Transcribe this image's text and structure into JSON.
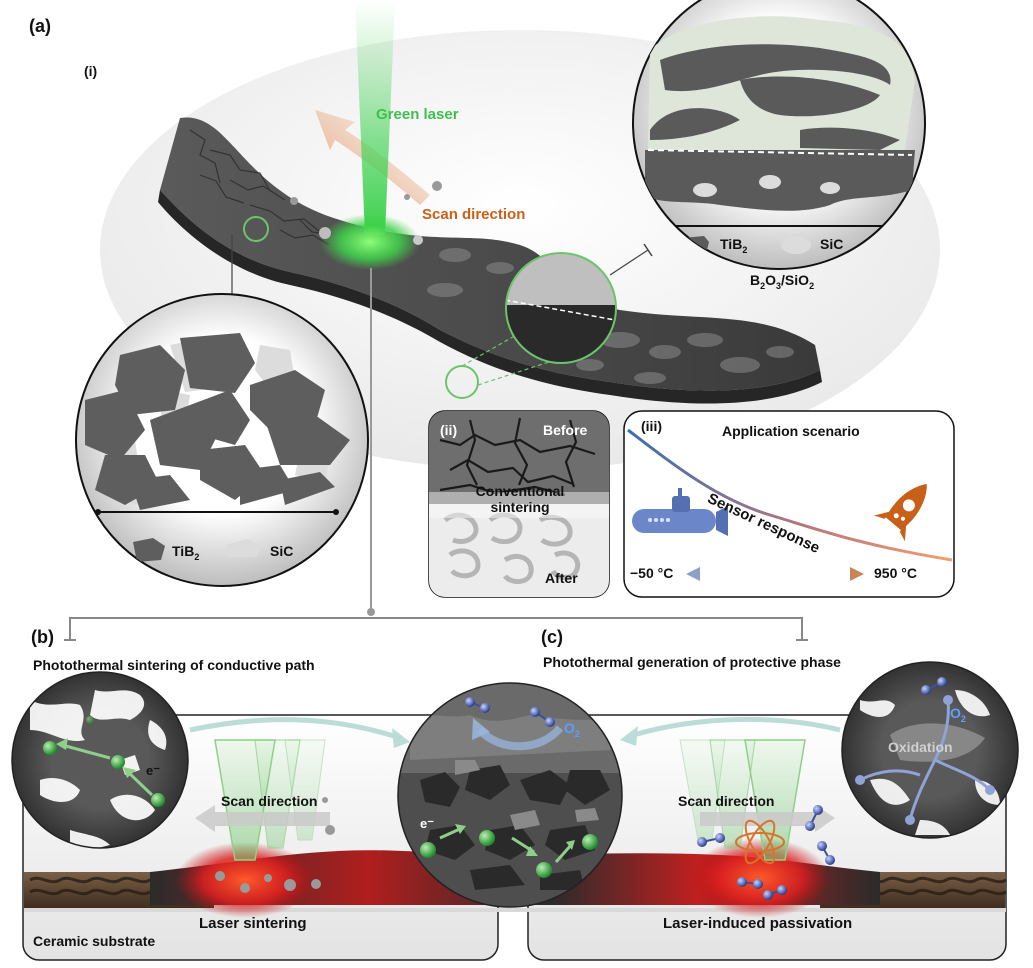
{
  "panel_a": {
    "letter": "(a)",
    "sub_i": "(i)",
    "green_laser": "Green laser",
    "scan_direction": "Scan direction",
    "zoom_top_legend": {
      "tib2": "TiB",
      "tib2_sub": "2",
      "sic": "SiC",
      "b2o3_pre": "B",
      "b2o3_sub1": "2",
      "b2o3_mid": "O",
      "b2o3_sub2": "3",
      "b2o3_slash": "/SiO",
      "b2o3_sub3": "2"
    },
    "zoom_left_legend": {
      "tib2": "TiB",
      "tib2_sub": "2",
      "sic": "SiC"
    },
    "sub_ii": {
      "label": "(ii)",
      "before": "Before",
      "middle_line1": "Conventional",
      "middle_line2": "sintering",
      "after": "After"
    },
    "sub_iii": {
      "label": "(iii)",
      "title": "Application scenario",
      "curve_label": "Sensor response",
      "range_low": "−50 °C",
      "range_high": "950 °C"
    }
  },
  "panel_b": {
    "letter": "(b)",
    "title": "Photothermal sintering of conductive path",
    "scan_direction": "Scan direction",
    "electron": "e⁻",
    "laser_sintering": "Laser sintering",
    "substrate": "Ceramic substrate"
  },
  "panel_c": {
    "letter": "(c)",
    "title": "Photothermal generation of protective phase",
    "scan_direction": "Scan direction",
    "oxidation": "Oxidation",
    "o2": "O",
    "o2_sub": "2",
    "passivation": "Laser-induced passivation"
  },
  "center": {
    "electron": "e⁻",
    "o2": "O",
    "o2_sub": "2"
  },
  "colors": {
    "laser_green": "#3fbf4f",
    "scan_orange": "#c8601a",
    "dark_material": "#4a4a4a",
    "glass": "#dfe8db",
    "heat_red": "#e03a2a"
  }
}
